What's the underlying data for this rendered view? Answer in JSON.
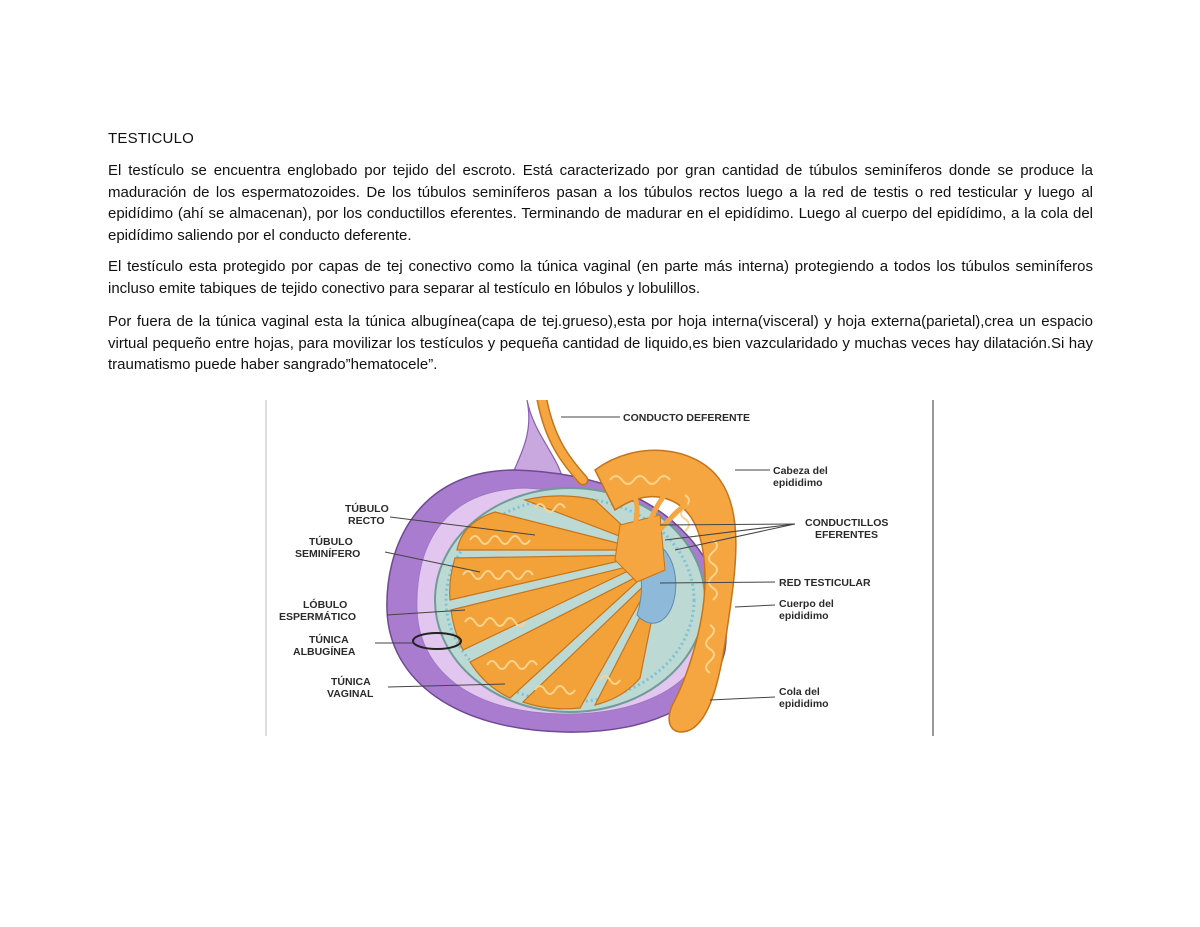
{
  "document": {
    "title": "TESTICULO",
    "paragraphs": [
      "El testículo se encuentra englobado por tejido del escroto. Está caracterizado por gran cantidad de túbulos seminíferos donde se produce la maduración de los espermatozoides. De los túbulos seminíferos pasan a los túbulos rectos luego a la red de testis o red testicular y luego al epidídimo (ahí se almacenan), por los conductillos eferentes. Terminando de madurar en el epidídimo. Luego al cuerpo del epidídimo, a la cola del epidídimo saliendo por el conducto deferente.",
      "El testículo esta protegido por capas de tej conectivo como la túnica vaginal (en parte más interna) protegiendo a todos los túbulos seminíferos incluso emite tabiques de tejido conectivo para separar al testículo en lóbulos y lobulillos.",
      "Por fuera de la túnica vaginal esta la túnica albugínea(capa de tej.grueso),esta por hoja interna(visceral) y hoja externa(parietal),crea un espacio virtual pequeño entre hojas, para movilizar los testículos y pequeña cantidad de liquido,es bien vazcularidado y muchas veces hay dilatación.Si hay traumatismo puede haber sangrado”hematocele”."
    ]
  },
  "figure": {
    "labels": {
      "conducto_deferente": "CONDUCTO DEFERENTE",
      "cabeza_1": "Cabeza del",
      "cabeza_2": "epididimo",
      "conductillos_1": "CONDUCTILLOS",
      "conductillos_2": "EFERENTES",
      "red_testicular": "RED TESTICULAR",
      "cuerpo_1": "Cuerpo del",
      "cuerpo_2": "epididimo",
      "cola_1": "Cola del",
      "cola_2": "epididimo",
      "tubulo_recto_1": "TÚBULO",
      "tubulo_recto_2": "RECTO",
      "tubulo_sem_1": "TÚBULO",
      "tubulo_sem_2": "SEMINÍFERO",
      "lobulo_1": "LÓBULO",
      "lobulo_2": "ESPERMÁTICO",
      "albuginea_1": "TÚNICA",
      "albuginea_2": "ALBUGÍNEA",
      "vaginal_1": "TÚNICA",
      "vaginal_2": "VAGINAL"
    },
    "colors": {
      "tunica_vaginal": "#a97ccf",
      "tunica_inner": "#e3c6ef",
      "testis_bg": "#bcd9d3",
      "lobule": "#f3a23a",
      "lobule_light": "#fbd38d",
      "epididymis": "#f5a640",
      "mediastinum_blue": "#8fb9d8"
    }
  }
}
